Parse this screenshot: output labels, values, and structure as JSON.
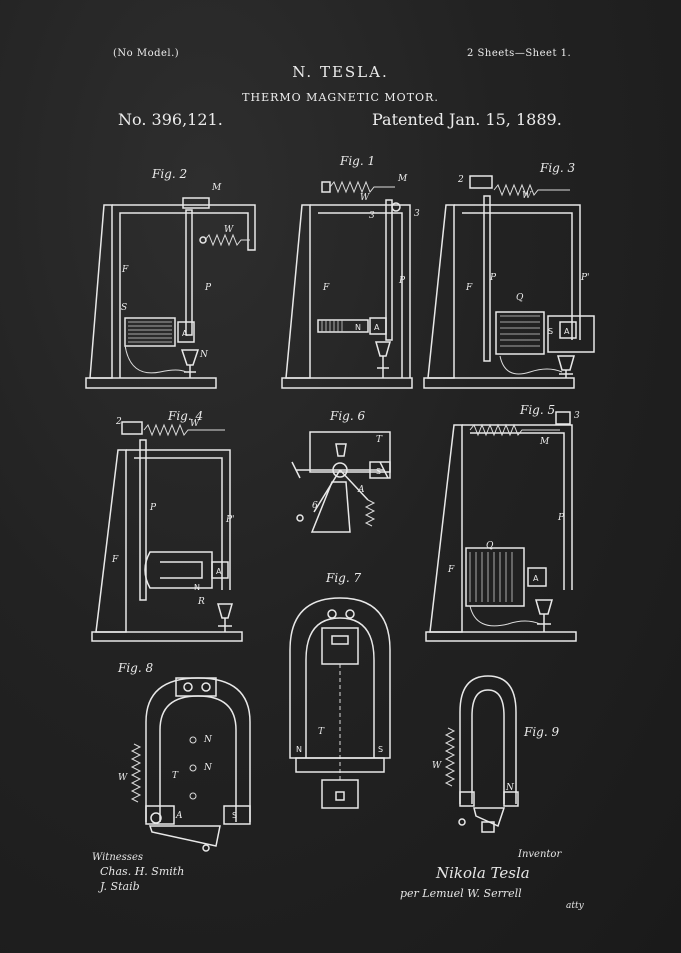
{
  "header": {
    "no_model": "(No Model.)",
    "sheets": "2 Sheets—Sheet 1.",
    "inventor": "N. TESLA.",
    "title": "THERMO MAGNETIC MOTOR.",
    "patent_number": "No. 396,121.",
    "patent_date": "Patented Jan. 15, 1889."
  },
  "figures": {
    "fig1": "Fig. 1",
    "fig2": "Fig. 2",
    "fig3": "Fig. 3",
    "fig4": "Fig. 4",
    "fig5": "Fig. 5",
    "fig6": "Fig. 6",
    "fig7": "Fig. 7",
    "fig8": "Fig. 8",
    "fig9": "Fig. 9"
  },
  "signatures": {
    "witnesses_label": "Witnesses",
    "witness1": "Chas. H. Smith",
    "witness2": "J. Staib",
    "inventor_label": "Inventor",
    "inventor_signature": "Nikola Tesla",
    "attorney": "per Lemuel W. Serrell",
    "attorney_suffix": "atty"
  },
  "colors": {
    "background": "#1f1f1f",
    "ink": "#e8e8e8"
  }
}
